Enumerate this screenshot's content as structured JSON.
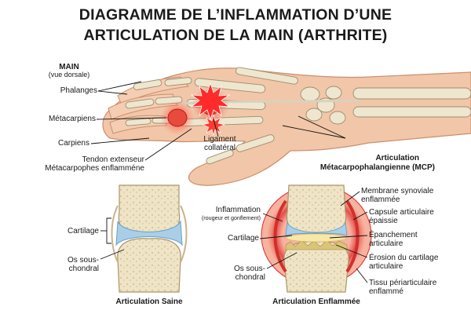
{
  "title": {
    "line1": "DIAGRAMME DE L’INFLAMMATION D’UNE",
    "line2": "ARTICULATION DE LA MAIN (ARTHRITE)"
  },
  "hand": {
    "view_title": "MAIN",
    "view_subtitle": "(vue dorsale)",
    "labels": {
      "phalanges": "Phalanges",
      "metacarpiens": "Métacarpiens",
      "carpiens": "Carpiens",
      "tendon_line1": "Tendon extenseur",
      "tendon_line2": "Métacarpophes enflamméne",
      "ligament_line1": "Ligament",
      "ligament_line2": "collatéral",
      "mcp_line1": "Articulation",
      "mcp_line2": "Métacarpophalangienne (MCP)"
    }
  },
  "healthy_joint": {
    "caption": "Articulation Saine",
    "labels": {
      "cartilage": "Cartilage",
      "os_line1": "Os sous-",
      "os_line2": "chondral"
    }
  },
  "inflamed_joint": {
    "caption": "Articulation Enflammée",
    "left_labels": {
      "inflammation": "Inflammation",
      "inflammation_note": "(rougeur et gonflement)",
      "cartilage": "Cartilage",
      "os_line1": "Os sous-",
      "os_line2": "chondral"
    },
    "right_labels": {
      "membrane_line1": "Membrane synoviale",
      "membrane_line2": "enflammée",
      "capsule_line1": "Capsule articulaire",
      "capsule_line2": "épaissie",
      "epanchement_line1": "Épanchement",
      "epanchement_line2": "articulaire",
      "erosion": "Érosion du cartilage",
      "erosion2": "articulaire",
      "tissu_line1": "Tissu périarticulaire",
      "tissu_line2": "enflammé"
    }
  },
  "colors": {
    "skin": "#f2c6a8",
    "bone": "#efe6cf",
    "cartilage": "#a9cfe8",
    "inflammation": "#e3262b"
  }
}
